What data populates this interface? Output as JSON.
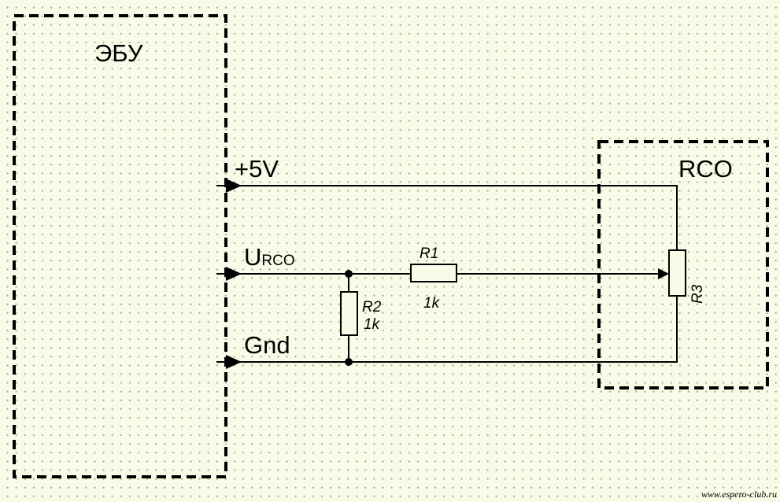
{
  "ecu": {
    "label": "ЭБУ"
  },
  "sensor": {
    "label": "RCO"
  },
  "signals": {
    "vcc": "+5V",
    "signal_main": "U",
    "signal_sub": "RCO",
    "ground": "Gnd"
  },
  "components": {
    "r1": {
      "name": "R1",
      "value": "1k"
    },
    "r2": {
      "name": "R2",
      "value": "1k"
    },
    "r3": {
      "name": "R3"
    }
  },
  "watermark": "www.espero-club.ru"
}
